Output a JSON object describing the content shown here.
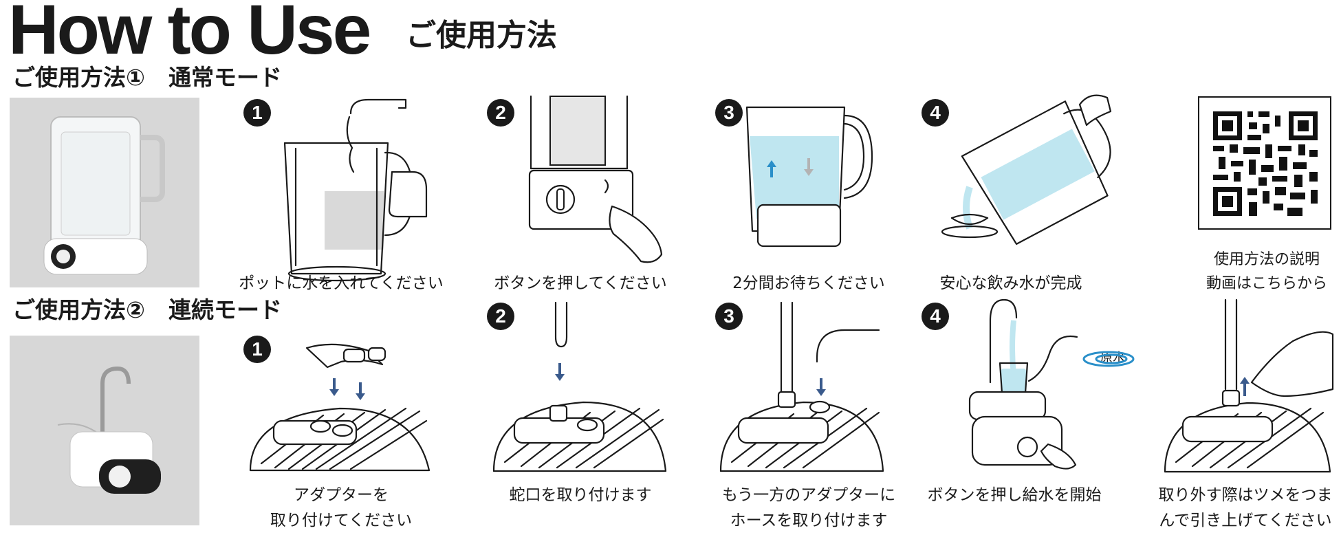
{
  "header": {
    "title": "How to Use",
    "title_jp": "ご使用方法"
  },
  "sections": [
    {
      "title_a": "ご使用方法①",
      "title_b": "通常モード",
      "steps": [
        {
          "num": "1",
          "caption": "ポットに水を入れてください"
        },
        {
          "num": "2",
          "caption": "ボタンを押してください"
        },
        {
          "num": "3",
          "caption": "2分間お待ちください"
        },
        {
          "num": "4",
          "caption": "安心な飲み水が完成"
        }
      ]
    },
    {
      "title_a": "ご使用方法②",
      "title_b": "連続モード",
      "steps": [
        {
          "num": "1",
          "caption_l1": "アダプターを",
          "caption_l2": "取り付けてください"
        },
        {
          "num": "2",
          "caption": "蛇口を取り付けます"
        },
        {
          "num": "3",
          "caption_l1": "もう一方のアダプターに",
          "caption_l2": "ホースを取り付けます"
        },
        {
          "num": "4",
          "caption": "ボタンを押し給水を開始"
        },
        {
          "caption_l1": "取り外す際はツメをつま",
          "caption_l2": "んで引き上げてください"
        }
      ]
    }
  ],
  "qr": {
    "caption_l1": "使用方法の説明",
    "caption_l2": "動画はこちらから"
  },
  "labels": {
    "raw_water": "原水"
  },
  "colors": {
    "water": "#bfe6f0",
    "arrow_blue": "#2a8fc9",
    "arrow_navy": "#3a5a8c",
    "photo_bg": "#d7d7d7"
  }
}
